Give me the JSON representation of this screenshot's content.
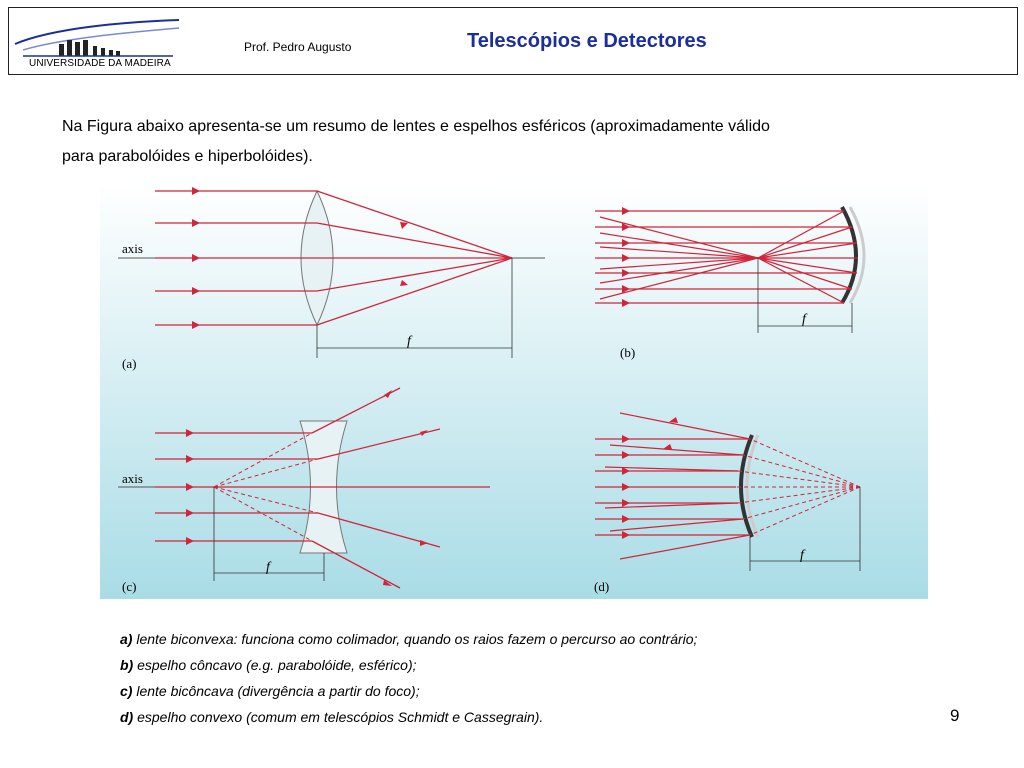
{
  "header": {
    "logo_text": "UNIVERSIDADE DA MADEIRA",
    "author": "Prof. Pedro Augusto",
    "title": "Telescópios e Detectores"
  },
  "intro": {
    "line1": "Na Figura abaixo apresenta-se um resumo de lentes e espelhos esféricos (aproximadamente válido",
    "line2": "para parabolóides e hiperbolóides)."
  },
  "figure": {
    "axis_label_a": "axis",
    "axis_label_c": "axis",
    "focal_label": "f",
    "panel_a": "(a)",
    "panel_b": "(b)",
    "panel_c": "(c)",
    "panel_d": "(d)",
    "ray_color": "#d0253a",
    "bg_top": "#ffffff",
    "bg_bottom": "#a9dce6"
  },
  "captions": [
    {
      "letter": "a)",
      "text": " lente biconvexa: funciona como colimador, quando os raios fazem o percurso ao contrário;"
    },
    {
      "letter": "b)",
      "text": " espelho côncavo (e.g. parabolóide, esférico);"
    },
    {
      "letter": "c)",
      "text": " lente bicôncava (divergência a partir do foco);"
    },
    {
      "letter": "d)",
      "text": " espelho convexo (comum em telescópios Schmidt e Cassegrain)."
    }
  ],
  "page_number": "9"
}
